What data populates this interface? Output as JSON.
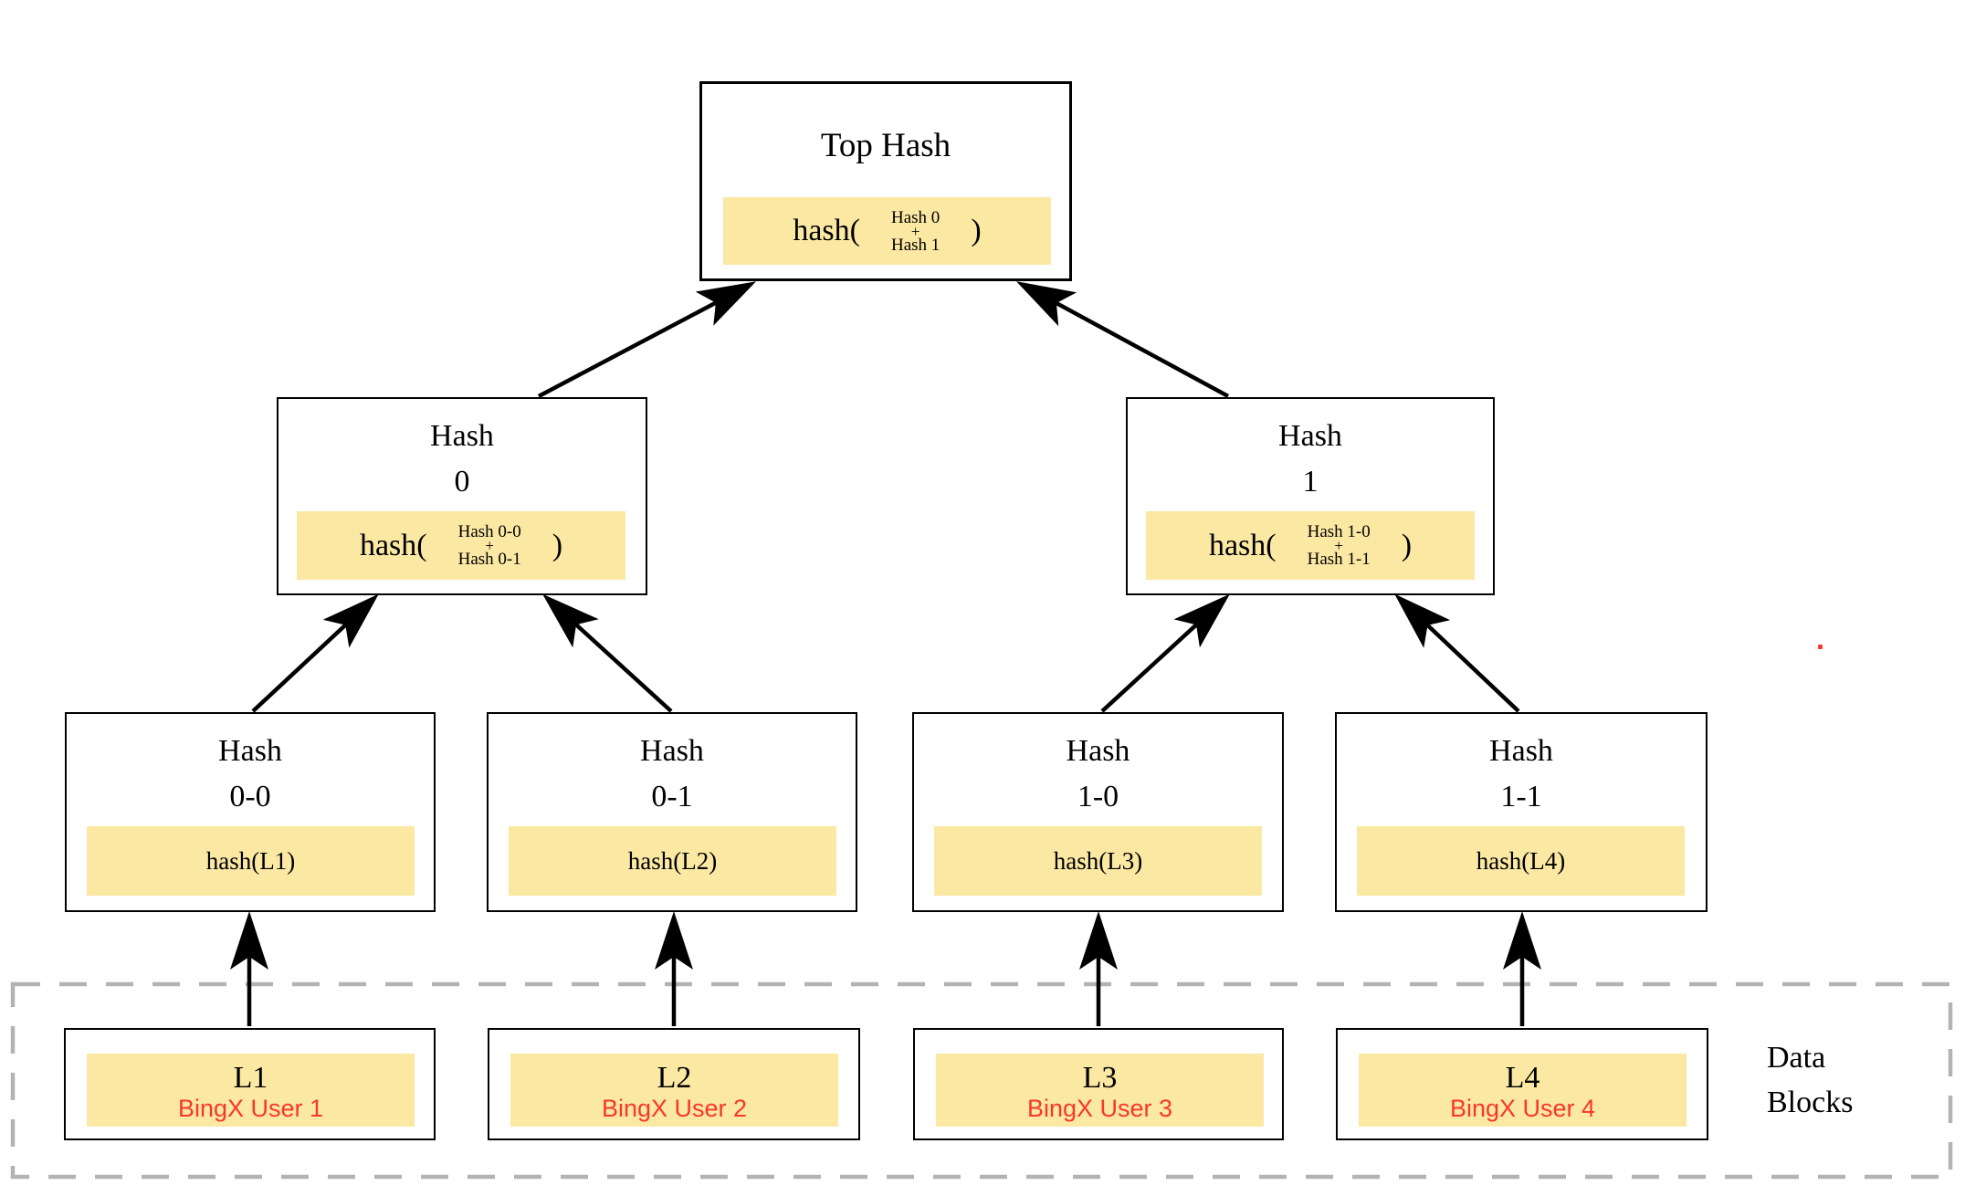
{
  "colors": {
    "highlight_band": "#FBE8A3",
    "accent_red": "#F8372D",
    "box_border": "#000000",
    "dashed_border": "#B3B3B3"
  },
  "nodes": {
    "top": {
      "title": "Top Hash",
      "formula": {
        "prefix": "hash(",
        "operand1": "Hash 0",
        "operator": "+",
        "operand2": "Hash 1",
        "suffix": ")"
      }
    },
    "hash0": {
      "title_line1": "Hash",
      "title_line2": "0",
      "formula": {
        "prefix": "hash(",
        "operand1": "Hash 0-0",
        "operator": "+",
        "operand2": "Hash 0-1",
        "suffix": ")"
      }
    },
    "hash1": {
      "title_line1": "Hash",
      "title_line2": "1",
      "formula": {
        "prefix": "hash(",
        "operand1": "Hash 1-0",
        "operator": "+",
        "operand2": "Hash 1-1",
        "suffix": ")"
      }
    },
    "leaf_hashes": [
      {
        "title_line1": "Hash",
        "title_line2": "0-0",
        "formula": "hash(L1)"
      },
      {
        "title_line1": "Hash",
        "title_line2": "0-1",
        "formula": "hash(L2)"
      },
      {
        "title_line1": "Hash",
        "title_line2": "1-0",
        "formula": "hash(L3)"
      },
      {
        "title_line1": "Hash",
        "title_line2": "1-1",
        "formula": "hash(L4)"
      }
    ],
    "data_blocks": [
      {
        "label": "L1",
        "user": "BingX User 1"
      },
      {
        "label": "L2",
        "user": "BingX User 2"
      },
      {
        "label": "L3",
        "user": "BingX User 3"
      },
      {
        "label": "L4",
        "user": "BingX User 4"
      }
    ]
  },
  "data_blocks_region": {
    "label_line1": "Data",
    "label_line2": "Blocks"
  }
}
